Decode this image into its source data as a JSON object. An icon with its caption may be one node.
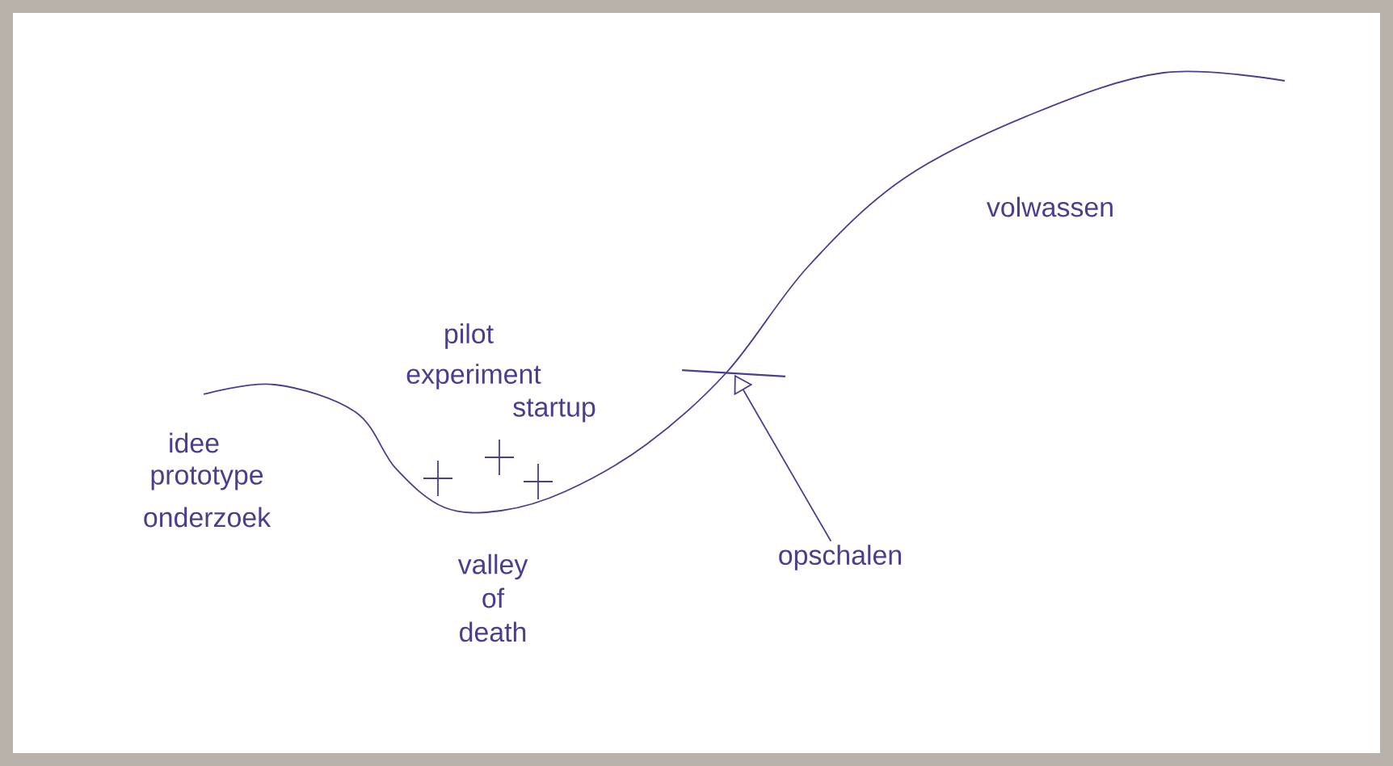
{
  "diagram": {
    "nodes": [
      {
        "text": [
          "opschalen"
        ]
      },
      {
        "text": [],
        "shape": "bar"
      }
    ],
    "edges": [
      {
        "from": 0,
        "to": 1,
        "arrow": "to"
      }
    ],
    "labels": [
      "volwassen",
      "pilot",
      "experiment",
      "startup",
      "idee",
      "prototype",
      "onderzoek",
      "valley of death"
    ]
  }
}
